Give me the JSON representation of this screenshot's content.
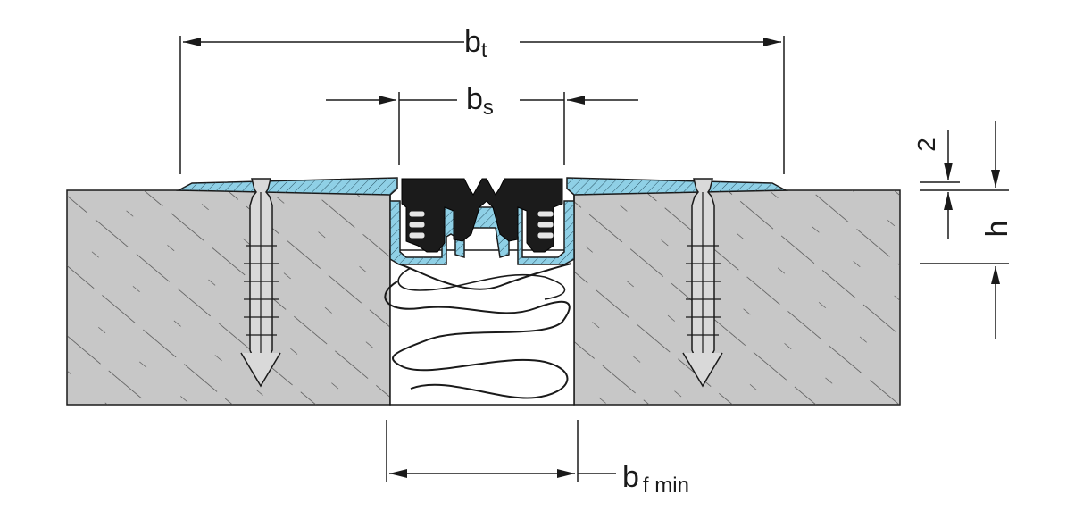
{
  "labels": {
    "bt_main": "b",
    "bt_sub": "t",
    "bs_main": "b",
    "bs_sub": "s",
    "bf_main": "b",
    "bf_sub": "f min",
    "two": "2",
    "h": "h"
  },
  "colors": {
    "concrete": "#c7c7c7",
    "profile": "#8fd0e6",
    "rubber": "#1b1b1b",
    "insert": "#d9d9d9",
    "line": "#1a1a1a"
  }
}
